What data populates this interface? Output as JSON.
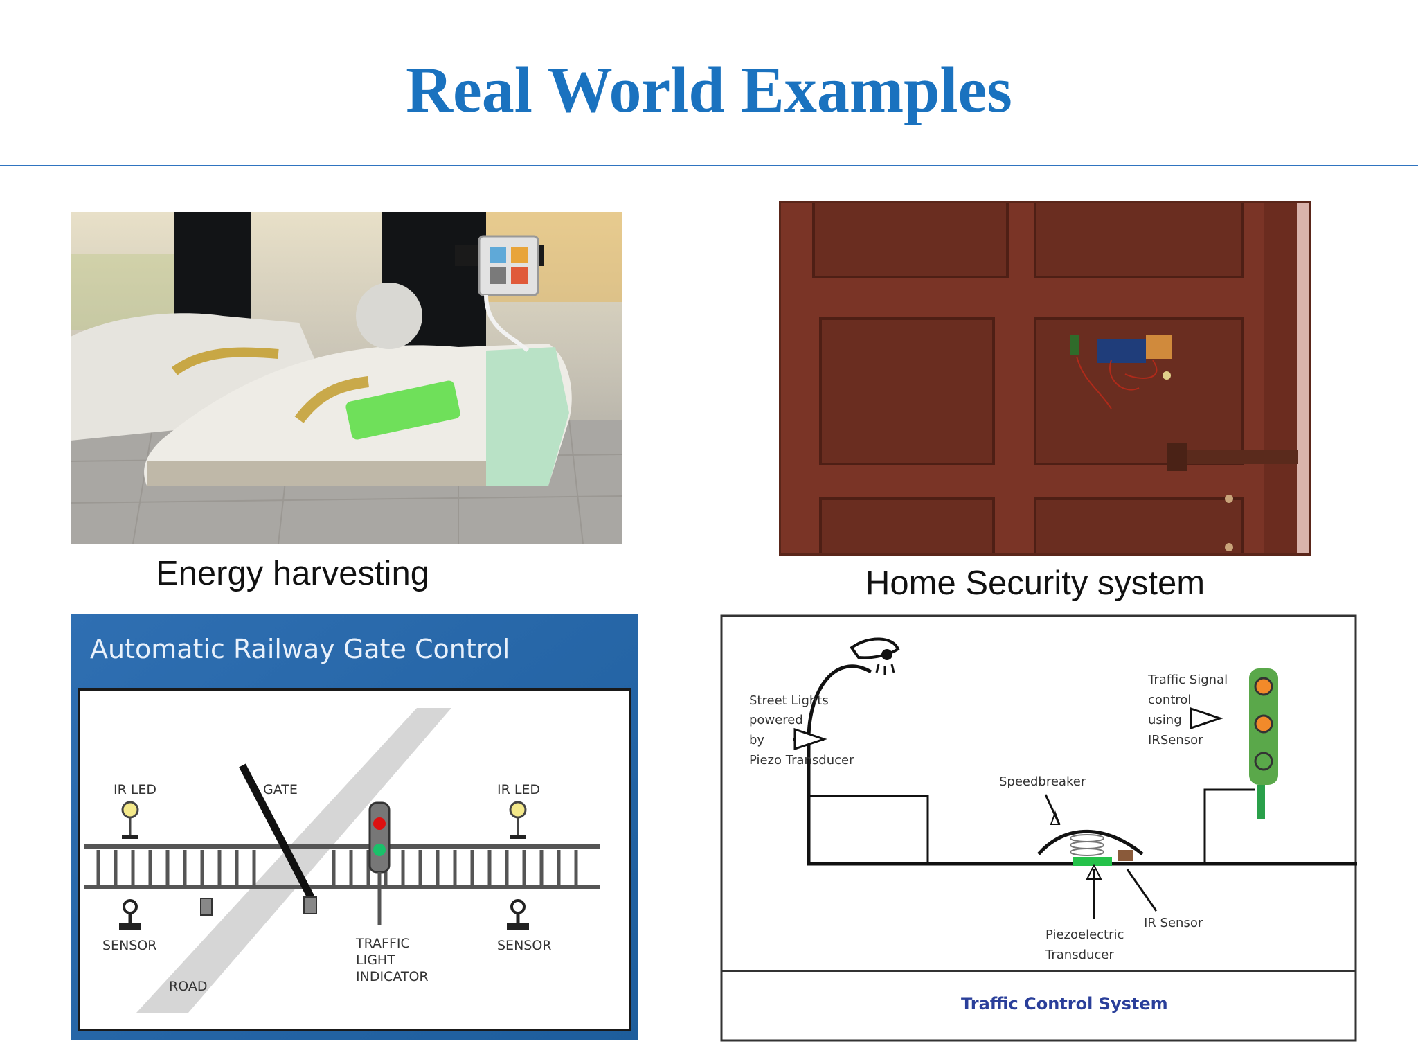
{
  "slide": {
    "title": "Real World Examples",
    "accent_color": "#1a72bf"
  },
  "examples": [
    {
      "caption": "Energy harvesting"
    },
    {
      "caption": "Home Security system"
    },
    {
      "diagram_title": "Automatic Railway Gate Control",
      "labels": {
        "ir_led_left": "IR LED",
        "gate": "GATE",
        "ir_led_right": "IR LED",
        "sensor_left": "SENSOR",
        "road": "ROAD",
        "traffic_light_1": "TRAFFIC",
        "traffic_light_2": "LIGHT",
        "traffic_light_3": "INDICATOR",
        "sensor_right": "SENSOR"
      }
    },
    {
      "footer_title": "Traffic Control System",
      "labels": {
        "street_1": "Street Lights",
        "street_2": "powered",
        "street_3": "by",
        "street_4": "Piezo Transducer",
        "signal_1": "Traffic Signal",
        "signal_2": "control",
        "signal_3": "using",
        "signal_4": "IRSensor",
        "speedbreaker": "Speedbreaker",
        "piezo_1": "Piezoelectric",
        "piezo_2": "Transducer",
        "ir_sensor": "IR Sensor"
      }
    }
  ]
}
